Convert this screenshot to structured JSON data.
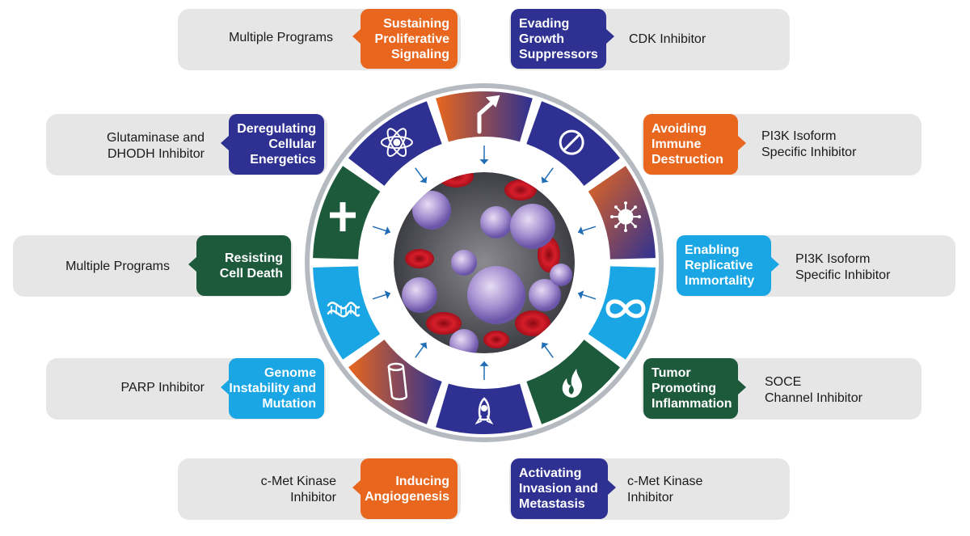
{
  "colors": {
    "orange": "#e8661d",
    "navy": "#2e3192",
    "dark_green": "#1d5a3c",
    "sky_blue": "#1aa6e4",
    "card_bg": "#e6e6e6"
  },
  "hallmarks": [
    {
      "label": "Sustaining\nProliferative\nSignaling",
      "drug": "Multiple Programs",
      "icon": "arrow-up-right-icon"
    },
    {
      "label": "Evading\nGrowth\nSuppressors",
      "drug": "CDK Inhibitor",
      "icon": "prohibition-icon"
    },
    {
      "label": "Avoiding\nImmune\nDestruction",
      "drug": "PI3K Isoform\nSpecific Inhibitor",
      "icon": "virus-icon"
    },
    {
      "label": "Enabling\nReplicative\nImmortality",
      "drug": "PI3K Isoform\nSpecific Inhibitor",
      "icon": "infinity-icon"
    },
    {
      "label": "Tumor\nPromoting\nInflammation",
      "drug": "SOCE\nChannel Inhibitor",
      "icon": "flame-icon"
    },
    {
      "label": "Activating\nInvasion and\nMetastasis",
      "drug": "c-Met Kinase\nInhibitor",
      "icon": "rocket-icon"
    },
    {
      "label": "Inducing\nAngiogenesis",
      "drug": "c-Met Kinase\nInhibitor",
      "icon": "blood-vessel-icon"
    },
    {
      "label": "Genome\nInstability and\nMutation",
      "drug": "PARP Inhibitor",
      "icon": "dna-icon"
    },
    {
      "label": "Resisting\nCell Death",
      "drug": "Multiple Programs",
      "icon": "cross-icon"
    },
    {
      "label": "Deregulating\nCellular\nEnergetics",
      "drug": "Glutaminase and\nDHODH Inhibitor",
      "icon": "atom-icon"
    }
  ]
}
